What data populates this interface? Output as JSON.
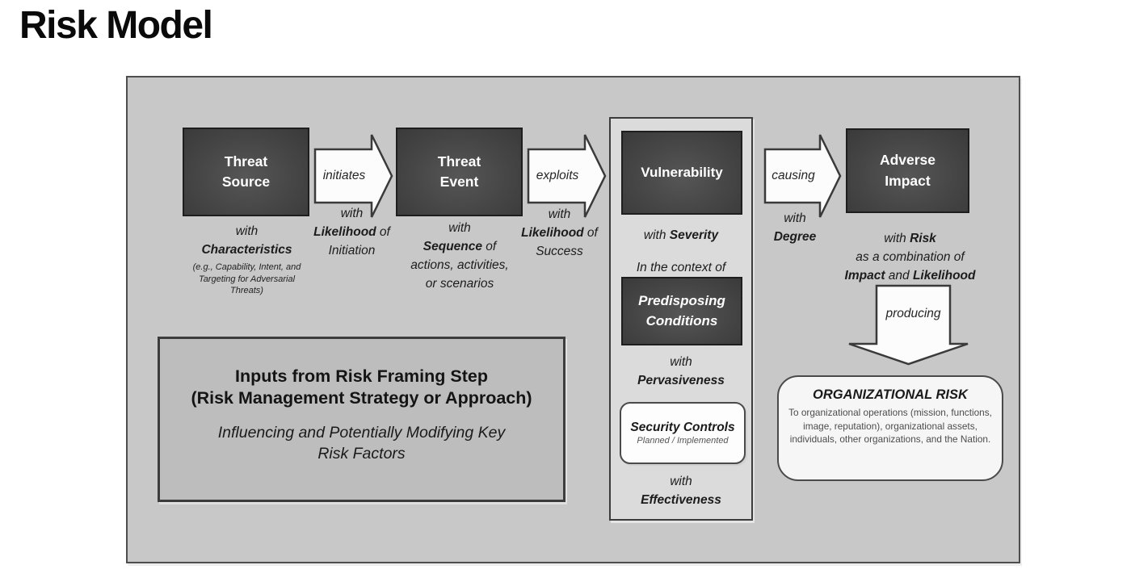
{
  "title": "Risk Model",
  "colors": {
    "page_bg": "#ffffff",
    "canvas_bg": "#c8c8c8",
    "dark_box": "#464646",
    "column_bg": "#dbdbdb",
    "inputs_bg": "#bdbdbd",
    "white_box": "#fdfdfd",
    "text_dark": "#1c1c1c"
  },
  "flow": {
    "threat_source": {
      "line1": "Threat",
      "line2": "Source"
    },
    "characteristics": {
      "l1": "with",
      "l2": "Characteristics",
      "note1": "(e.g., Capability, Intent, and",
      "note2": "Targeting for Adversarial",
      "note3": "Threats)"
    },
    "initiates_arrow": {
      "label": "initiates"
    },
    "likelihood_initiation": {
      "l1": "with",
      "l2_bold": "Likelihood",
      "l2_rest": " of",
      "l3": "Initiation"
    },
    "threat_event": {
      "line1": "Threat",
      "line2": "Event"
    },
    "sequence": {
      "l1": "with",
      "l2_bold": "Sequence",
      "l2_rest": " of",
      "l3": "actions, activities,",
      "l4": "or scenarios"
    },
    "exploits_arrow": {
      "label": "exploits"
    },
    "likelihood_success": {
      "l1": "with",
      "l2_bold": "Likelihood",
      "l2_rest": " of",
      "l3": "Success"
    },
    "vulnerability": {
      "label": "Vulnerability"
    },
    "severity": {
      "pre": "with ",
      "bold": "Severity"
    },
    "context": {
      "text": "In the context of"
    },
    "predisposing": {
      "line1": "Predisposing",
      "line2": "Conditions"
    },
    "pervasiveness": {
      "l1": "with",
      "l2": "Pervasiveness"
    },
    "security_controls": {
      "title": "Security Controls",
      "subtitle": "Planned / Implemented"
    },
    "effectiveness": {
      "l1": "with",
      "l2": "Effectiveness"
    },
    "causing_arrow": {
      "label": "causing"
    },
    "degree": {
      "l1": "with",
      "l2": "Degree"
    },
    "adverse_impact": {
      "line1": "Adverse",
      "line2": "Impact"
    },
    "risk_combination": {
      "l1_pre": "with ",
      "l1_bold": "Risk",
      "l2": "as a combination of",
      "l3_b1": "Impact",
      "l3_mid": " and ",
      "l3_b2": "Likelihood"
    },
    "producing_arrow": {
      "label": "producing"
    },
    "organizational_risk": {
      "title": "ORGANIZATIONAL RISK",
      "body": "To organizational operations (mission, functions, image, reputation), organizational assets, individuals, other organizations, and the Nation."
    },
    "inputs": {
      "title1": "Inputs from Risk Framing Step",
      "title2": "(Risk Management Strategy or Approach)",
      "sub1": "Influencing and Potentially Modifying Key",
      "sub2": "Risk Factors"
    }
  }
}
